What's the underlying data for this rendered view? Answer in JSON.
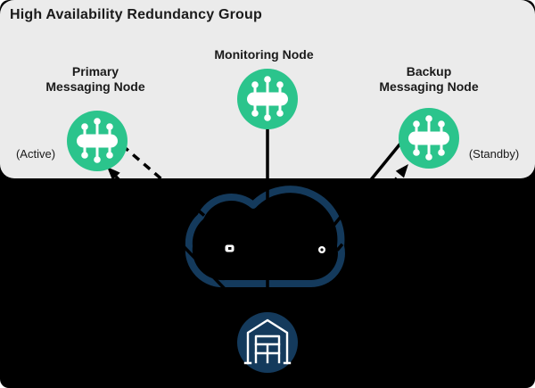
{
  "title": "High Availability Redundancy Group",
  "colors": {
    "card_bg": "#000000",
    "panel_bg": "#ebebeb",
    "node_green": "#2bc48c",
    "navy": "#143a5c",
    "line_black": "#000000",
    "text": "#1a1a1a"
  },
  "nodes": {
    "primary": {
      "label": "Primary\nMessaging Node",
      "status": "(Active)",
      "icon": "message-bus-icon"
    },
    "monitoring": {
      "label": "Monitoring Node",
      "icon": "message-bus-icon"
    },
    "backup": {
      "label": "Backup\nMessaging Node",
      "status": "(Standby)",
      "icon": "message-bus-icon"
    },
    "cloud": {
      "icon": "cloud-icon"
    },
    "datacenter": {
      "icon": "warehouse-icon"
    }
  },
  "connections": [
    {
      "from": "cloud",
      "to": "primary",
      "style": "solid",
      "arrowhead": "at-primary"
    },
    {
      "from": "primary",
      "to": "cloud",
      "style": "dashed",
      "arrowhead": "none-visible"
    },
    {
      "from": "backup",
      "to": "cloud",
      "style": "solid",
      "arrowhead": "none-visible"
    },
    {
      "from": "cloud",
      "to": "backup",
      "style": "dashed",
      "arrowhead": "at-backup"
    },
    {
      "from": "monitoring",
      "to": "cloud",
      "style": "solid",
      "arrowhead": "none"
    }
  ]
}
